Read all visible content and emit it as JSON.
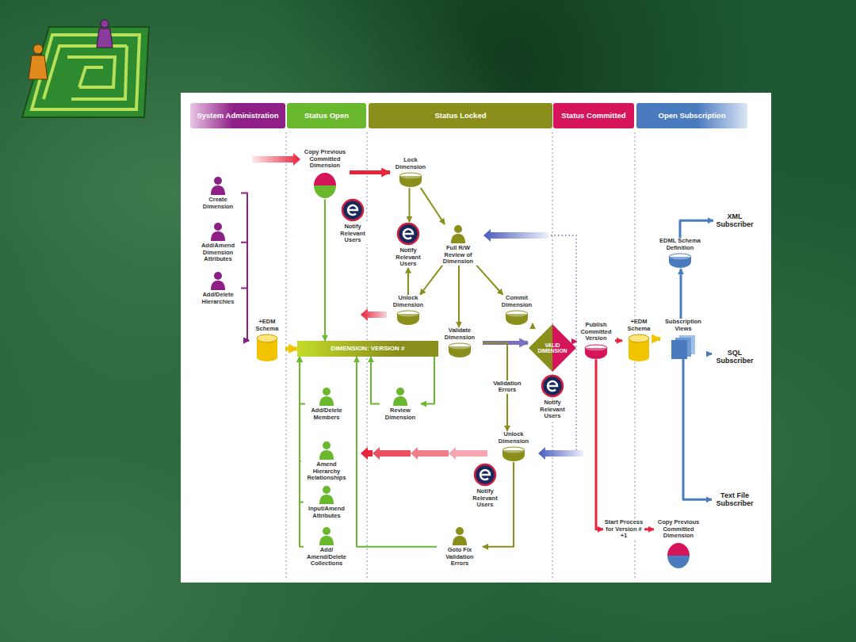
{
  "diagram": {
    "nodes": [
      {
        "text": [
          "System Administration"
        ]
      },
      {
        "text": [
          "Status Open"
        ]
      },
      {
        "text": [
          "Status Locked"
        ]
      },
      {
        "text": [
          "Status Committed"
        ]
      },
      {
        "text": [
          "Open Subscription"
        ]
      },
      {
        "text": [
          "Copy Previous Committed Dimension"
        ]
      },
      {
        "text": [
          "Lock Dimension"
        ]
      },
      {
        "text": [
          "Create Dimension"
        ]
      },
      {
        "text": [
          "Notify Relevant Users"
        ]
      },
      {
        "text": [
          "XML Subscriber"
        ]
      },
      {
        "text": [
          "Add/Amend Dimension Attributes"
        ]
      },
      {
        "text": [
          "Notify Relevant Users"
        ]
      },
      {
        "text": [
          "Full R/W Review of Dimension"
        ]
      },
      {
        "text": [
          "EDML Schema Definition"
        ]
      },
      {
        "text": [
          "Add/Delete Hierarchies"
        ]
      },
      {
        "text": [
          "Unlock Dimension"
        ]
      },
      {
        "text": [
          "Commit Dimension"
        ]
      },
      {
        "text": [
          "+EDM Schema"
        ]
      },
      {
        "text": [
          "DIMENSION: VERSION #"
        ]
      },
      {
        "text": [
          "Validate Dimension"
        ]
      },
      {
        "text": [
          "VALID DIMENSION"
        ]
      },
      {
        "text": [
          "Publish Committed Version"
        ]
      },
      {
        "text": [
          "+EDM Schema"
        ]
      },
      {
        "text": [
          "Subscription Views"
        ]
      },
      {
        "text": [
          "SQL Subscriber"
        ]
      },
      {
        "text": [
          "Notify Relevant Users"
        ]
      },
      {
        "text": [
          "Add/Delete Members"
        ]
      },
      {
        "text": [
          "Review Dimension"
        ]
      },
      {
        "text": [
          "Unlock Dimension"
        ]
      },
      {
        "text": [
          "Amend Hierarchy Relationships"
        ]
      },
      {
        "text": [
          "Notify Relevant Users"
        ]
      },
      {
        "text": [
          "Input/Amend Attributes"
        ]
      },
      {
        "text": [
          "Text File Subscriber"
        ]
      },
      {
        "text": [
          "Start Process for Version # +1"
        ]
      },
      {
        "text": [
          "Copy Previous Committed Dimension"
        ]
      },
      {
        "text": [
          "Add/ Amend/Delete Collections"
        ]
      },
      {
        "text": [
          "Goto Fix Validation Errors"
        ]
      }
    ],
    "edges": [
      {
        "from": 7,
        "to": 17,
        "arrow": "to"
      },
      {
        "from": 10,
        "to": 17,
        "arrow": "to"
      },
      {
        "from": 14,
        "to": 17,
        "arrow": "to"
      },
      {
        "from": 17,
        "to": 18,
        "arrow": "to"
      },
      {
        "from": 5,
        "to": 6,
        "arrow": "to"
      },
      {
        "from": 5,
        "to": 18,
        "arrow": "to"
      },
      {
        "from": 6,
        "to": 11,
        "arrow": "to"
      },
      {
        "from": 6,
        "to": 12,
        "arrow": "to"
      },
      {
        "from": 12,
        "to": 15,
        "arrow": "to"
      },
      {
        "from": 12,
        "to": 19,
        "arrow": "to"
      },
      {
        "from": 12,
        "to": 16,
        "arrow": "to"
      },
      {
        "from": 15,
        "to": 11,
        "arrow": "to"
      },
      {
        "from": 18,
        "to": 27,
        "arrow": "to"
      },
      {
        "from": 27,
        "to": 18,
        "arrow": "to"
      },
      {
        "from": 19,
        "to": 20,
        "arrow": "to"
      },
      {
        "from": 16,
        "to": 20,
        "arrow": "to"
      },
      {
        "from": 20,
        "to": 21,
        "arrow": "to"
      },
      {
        "from": 21,
        "to": 22,
        "arrow": "to"
      },
      {
        "from": 22,
        "to": 23,
        "arrow": "to"
      },
      {
        "from": 23,
        "to": 13,
        "arrow": "to"
      },
      {
        "from": 13,
        "to": 9,
        "arrow": "to"
      },
      {
        "from": 23,
        "to": 24,
        "arrow": "to"
      },
      {
        "from": 23,
        "to": 32,
        "arrow": "to"
      },
      {
        "from": 19,
        "to": 28,
        "label": "Validation Errors",
        "arrow": "to"
      },
      {
        "from": 28,
        "to": 36,
        "arrow": "to"
      },
      {
        "from": 36,
        "to": 18,
        "arrow": "to"
      },
      {
        "from": 26,
        "to": 18,
        "arrow": "to"
      },
      {
        "from": 29,
        "to": 18,
        "arrow": "to"
      },
      {
        "from": 31,
        "to": 18,
        "arrow": "to"
      },
      {
        "from": 35,
        "to": 18,
        "arrow": "to"
      },
      {
        "from": 21,
        "to": 33,
        "arrow": "to"
      },
      {
        "from": 33,
        "to": 34,
        "arrow": "to"
      }
    ]
  }
}
